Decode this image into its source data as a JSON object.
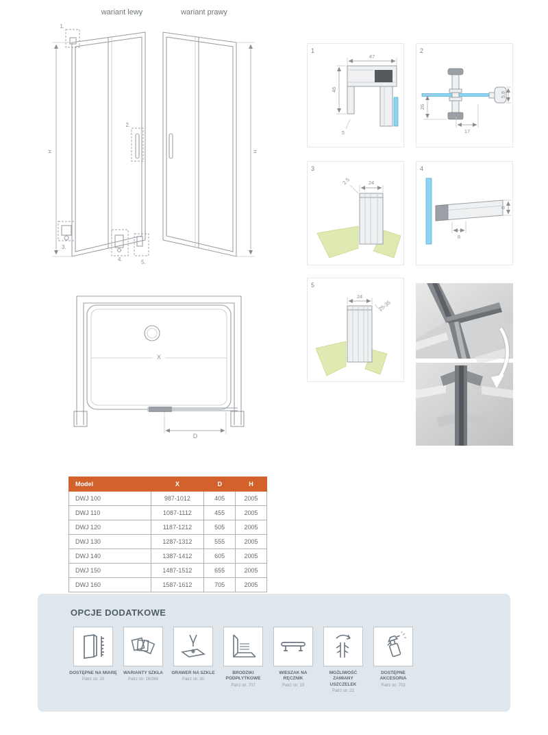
{
  "colors": {
    "table_header_bg": "#d2612c",
    "glass_blue": "#8ed3f0",
    "floor_green": "#dfeab3",
    "options_bg": "#dfe7ec"
  },
  "page": {
    "variant_left": "wariant lewy",
    "variant_right": "wariant prawy"
  },
  "doors": {
    "dim_h_label": "H",
    "callouts": [
      "1.",
      "2.",
      "3.",
      "4.",
      "5."
    ]
  },
  "topview": {
    "x_label": "X",
    "d_label": "D"
  },
  "details": {
    "d1": {
      "num": "1",
      "dim_w": "47",
      "dim_h": "46",
      "dim_t": "5"
    },
    "d2": {
      "num": "2",
      "dim_a": "26",
      "dim_b": "17",
      "dim_c": "5.8"
    },
    "d3": {
      "num": "3",
      "dim_a": "2.5",
      "dim_b": "24"
    },
    "d4": {
      "num": "4",
      "dim_a": "8",
      "dim_b": "8"
    },
    "d5": {
      "num": "5",
      "dim_a": "24",
      "dim_b": "25-35"
    }
  },
  "table": {
    "headers": [
      "Model",
      "X",
      "D",
      "H"
    ],
    "rows": [
      [
        "DWJ 100",
        "987-1012",
        "405",
        "2005"
      ],
      [
        "DWJ 110",
        "1087-1112",
        "455",
        "2005"
      ],
      [
        "DWJ 120",
        "1187-1212",
        "505",
        "2005"
      ],
      [
        "DWJ 130",
        "1287-1312",
        "555",
        "2005"
      ],
      [
        "DWJ 140",
        "1387-1412",
        "605",
        "2005"
      ],
      [
        "DWJ 150",
        "1487-1512",
        "655",
        "2005"
      ],
      [
        "DWJ 160",
        "1587-1612",
        "705",
        "2005"
      ]
    ]
  },
  "options": {
    "title": "OPCJE DODATKOWE",
    "items": [
      {
        "icon": "made-to-measure-icon",
        "label": "DOSTĘPNE NA MIARĘ",
        "page_ref": "Patrz str. 10"
      },
      {
        "icon": "glass-variants-icon",
        "label": "WARIANTY SZKŁA",
        "page_ref": "Patrz str. 16/266"
      },
      {
        "icon": "glass-engraving-icon",
        "label": "GRAWER NA SZKLE",
        "page_ref": "Patrz str. 30"
      },
      {
        "icon": "shower-tray-icon",
        "label": "BRODZIKI PODPŁYTKOWE",
        "page_ref": "Patrz str. 707"
      },
      {
        "icon": "towel-rail-icon",
        "label": "WIESZAK NA RĘCZNIK",
        "page_ref": "Patrz str. 19"
      },
      {
        "icon": "seal-swap-icon",
        "label": "MOŻLIWOŚĆ ZAMIANY USZCZELEK",
        "page_ref": "Patrz str. 22"
      },
      {
        "icon": "accessories-icon",
        "label": "DOSTĘPNE AKCESORIA",
        "page_ref": "Patrz str. 703"
      }
    ]
  }
}
